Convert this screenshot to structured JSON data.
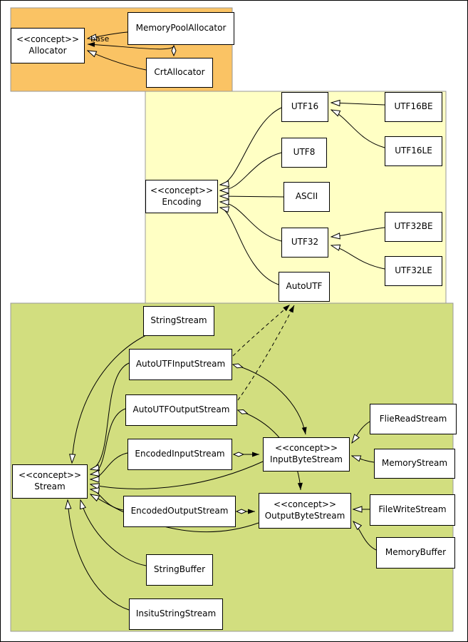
{
  "diagram": {
    "regions": {
      "allocators": {
        "color": "#FAC364"
      },
      "encodings": {
        "color": "#FFFFC4"
      },
      "streams": {
        "color": "#D2DE7F"
      }
    },
    "edge_labels": {
      "base": "base"
    },
    "boxes": {
      "memory_pool_allocator": {
        "label": "MemoryPoolAllocator"
      },
      "allocator": {
        "stereotype": "<<concept>>",
        "label": "Allocator"
      },
      "crt_allocator": {
        "label": "CrtAllocator"
      },
      "utf16": {
        "label": "UTF16"
      },
      "utf16be": {
        "label": "UTF16BE"
      },
      "utf16le": {
        "label": "UTF16LE"
      },
      "utf8": {
        "label": "UTF8"
      },
      "encoding": {
        "stereotype": "<<concept>>",
        "label": "Encoding"
      },
      "ascii": {
        "label": "ASCII"
      },
      "utf32": {
        "label": "UTF32"
      },
      "utf32be": {
        "label": "UTF32BE"
      },
      "utf32le": {
        "label": "UTF32LE"
      },
      "auto_utf": {
        "label": "AutoUTF"
      },
      "string_stream": {
        "label": "StringStream"
      },
      "auto_utf_input_stream": {
        "label": "AutoUTFInputStream"
      },
      "auto_utf_output_stream": {
        "label": "AutoUTFOutputStream"
      },
      "encoded_input_stream": {
        "label": "EncodedInputStream"
      },
      "stream": {
        "stereotype": "<<concept>>",
        "label": "Stream"
      },
      "input_byte_stream": {
        "stereotype": "<<concept>>",
        "label": "InputByteStream"
      },
      "output_byte_stream": {
        "stereotype": "<<concept>>",
        "label": "OutputByteStream"
      },
      "flie_read_stream": {
        "label": "FlieReadStream"
      },
      "memory_stream": {
        "label": "MemoryStream"
      },
      "encoded_output_stream": {
        "label": "EncodedOutputStream"
      },
      "file_write_stream": {
        "label": "FileWriteStream"
      },
      "memory_buffer": {
        "label": "MemoryBuffer"
      },
      "string_buffer": {
        "label": "StringBuffer"
      },
      "insitu_string_stream": {
        "label": "InsituStringStream"
      }
    }
  }
}
